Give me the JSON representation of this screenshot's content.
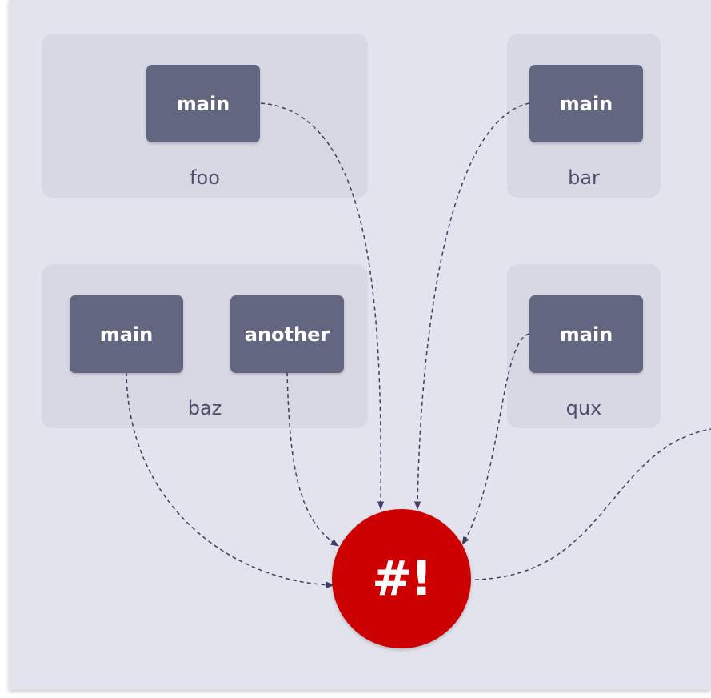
{
  "colors": {
    "background": "#e3e3ee",
    "group_fill": "#d8d8e4",
    "node_fill": "#636680",
    "hub_fill": "#cc0000",
    "edge_color": "#3f3f63"
  },
  "groups": [
    {
      "label": "foo",
      "nodes": [
        "main"
      ]
    },
    {
      "label": "bar",
      "nodes": [
        "main"
      ]
    },
    {
      "label": "baz",
      "nodes": [
        "main",
        "another"
      ]
    },
    {
      "label": "qux",
      "nodes": [
        "main"
      ]
    }
  ],
  "hub": {
    "label": "#!"
  },
  "edges": [
    {
      "from": "foo.main",
      "to": "#!"
    },
    {
      "from": "bar.main",
      "to": "#!"
    },
    {
      "from": "baz.main",
      "to": "#!"
    },
    {
      "from": "baz.another",
      "to": "#!"
    },
    {
      "from": "qux.main",
      "to": "#!"
    },
    {
      "from": "#!",
      "to": "off-canvas"
    }
  ]
}
